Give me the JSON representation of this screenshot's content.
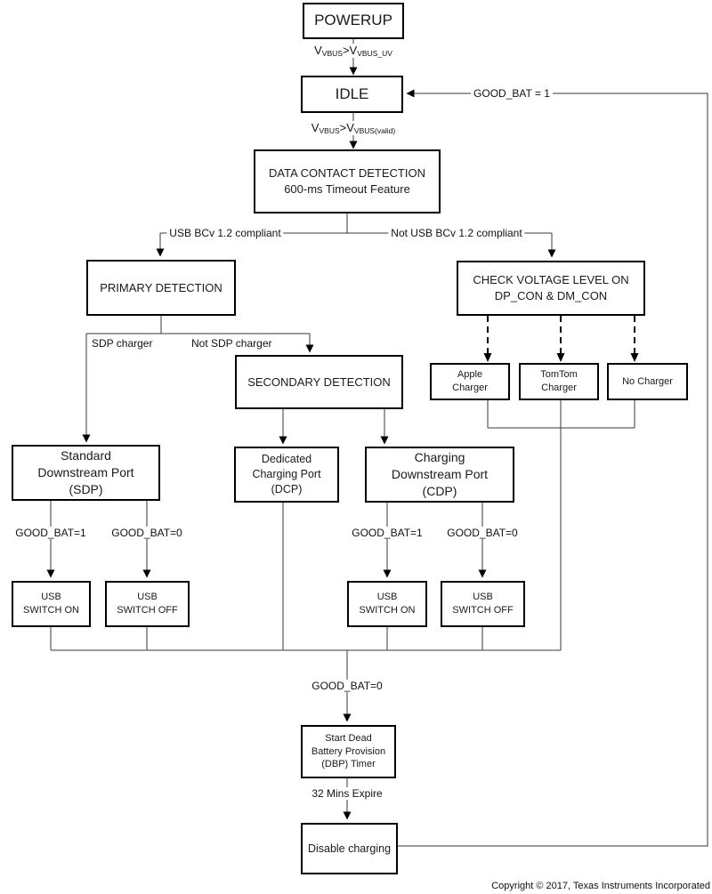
{
  "nodes": {
    "powerup": {
      "lines": [
        "POWERUP"
      ]
    },
    "idle": {
      "lines": [
        "IDLE"
      ]
    },
    "dcd": {
      "lines": [
        "DATA CONTACT DETECTION",
        "600-ms Timeout Feature"
      ]
    },
    "primary": {
      "lines": [
        "PRIMARY DETECTION"
      ]
    },
    "check_voltage": {
      "lines": [
        "CHECK VOLTAGE LEVEL ON",
        "DP_CON & DM_CON"
      ]
    },
    "secondary": {
      "lines": [
        "SECONDARY DETECTION"
      ]
    },
    "apple": {
      "lines": [
        "Apple",
        "Charger"
      ]
    },
    "tomtom": {
      "lines": [
        "TomTom",
        "Charger"
      ]
    },
    "no_charger": {
      "lines": [
        "No Charger"
      ]
    },
    "sdp": {
      "lines": [
        "Standard",
        "Downstream Port",
        "(SDP)"
      ]
    },
    "dcp": {
      "lines": [
        "Dedicated",
        "Charging Port",
        "(DCP)"
      ]
    },
    "cdp": {
      "lines": [
        "Charging",
        "Downstream Port",
        "(CDP)"
      ]
    },
    "usb_switch_on_sdp": {
      "lines": [
        "USB",
        "SWITCH ON"
      ]
    },
    "usb_switch_off_sdp": {
      "lines": [
        "USB",
        "SWITCH OFF"
      ]
    },
    "usb_switch_on_cdp": {
      "lines": [
        "USB",
        "SWITCH ON"
      ]
    },
    "usb_switch_off_cdp": {
      "lines": [
        "USB",
        "SWITCH OFF"
      ]
    },
    "dbp_timer": {
      "lines": [
        "Start Dead",
        "Battery Provision",
        "(DBP) Timer"
      ]
    },
    "disable_charging": {
      "lines": [
        "Disable charging"
      ]
    }
  },
  "edge_labels": {
    "vbus_uv": {
      "v1": "V",
      "sub1": "VBUS",
      "op": ">",
      "v2": "V",
      "sub2": "VBUS_UV"
    },
    "vbus_valid": {
      "v1": "V",
      "sub1": "VBUS",
      "op": ">",
      "v2": "V",
      "sub2": "VBUS(valid)"
    },
    "good_bat_feedback": "GOOD_BAT = 1",
    "usb_compliant": "USB BCv 1.2 compliant",
    "not_usb_compliant": "Not USB BCv 1.2 compliant",
    "sdp_charger": "SDP charger",
    "not_sdp_charger": "Not SDP charger",
    "good_bat_1_sdp": "GOOD_BAT=1",
    "good_bat_0_sdp": "GOOD_BAT=0",
    "good_bat_1_cdp": "GOOD_BAT=1",
    "good_bat_0_cdp": "GOOD_BAT=0",
    "good_bat_0_bottom": "GOOD_BAT=0",
    "timer_expire": "32 Mins Expire"
  },
  "footer": {
    "copyright": "Copyright © 2017, Texas Instruments Incorporated"
  },
  "colors": {
    "background": "#ffffff",
    "box_border": "#000000",
    "connector": "#3a3a3a",
    "text": "#111111"
  }
}
